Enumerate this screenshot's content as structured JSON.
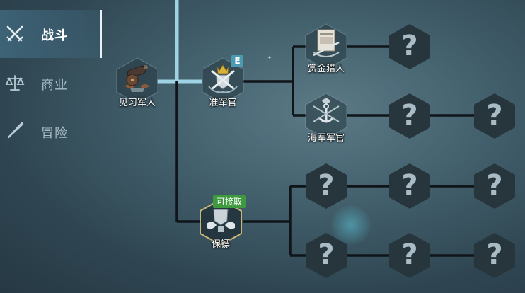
{
  "sidebar": {
    "items": [
      {
        "label": "战斗",
        "icon": "crossed-swords-icon",
        "active": true
      },
      {
        "label": "商业",
        "icon": "scales-icon",
        "active": false
      },
      {
        "label": "冒险",
        "icon": "spyglass-icon",
        "active": false
      }
    ]
  },
  "tree": {
    "nodes": {
      "apprentice": {
        "label": "见习军人",
        "icon": "cannon-icon"
      },
      "warrant_officer": {
        "label": "准军官",
        "icon": "crowned-swords-icon",
        "badge": "E"
      },
      "bounty_hunter": {
        "label": "赏金猎人",
        "icon": "wanted-poster-icon"
      },
      "naval_officer": {
        "label": "海军军官",
        "icon": "naval-anchor-icon"
      },
      "bodyguard": {
        "label": "保镖",
        "icon": "shield-emblem-icon",
        "status": "可接取"
      }
    },
    "locked_symbol": "?"
  },
  "colors": {
    "accent_line": "#9fd3e4",
    "line": "#0f1518",
    "hex_dark": "#27353c",
    "accept_green": "#3f9a3f",
    "badge_blue": "#4b9ab1"
  }
}
